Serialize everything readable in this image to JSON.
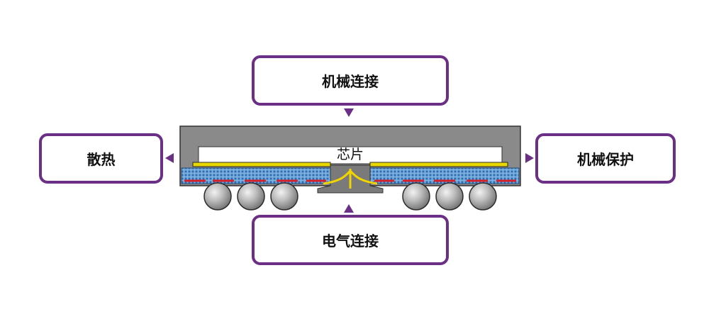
{
  "callouts": {
    "top": "机械连接",
    "bottom": "电气连接",
    "left": "散热",
    "right": "机械保护"
  },
  "chip_label": "芯片",
  "colors": {
    "accent": "#6b2f86",
    "mold": "#8a8a8a",
    "substrate_blue": "#2f6fb0",
    "wire_gold": "#e8c800",
    "trace_red": "#d8202a",
    "ball_gray": "#a9a9a9"
  }
}
